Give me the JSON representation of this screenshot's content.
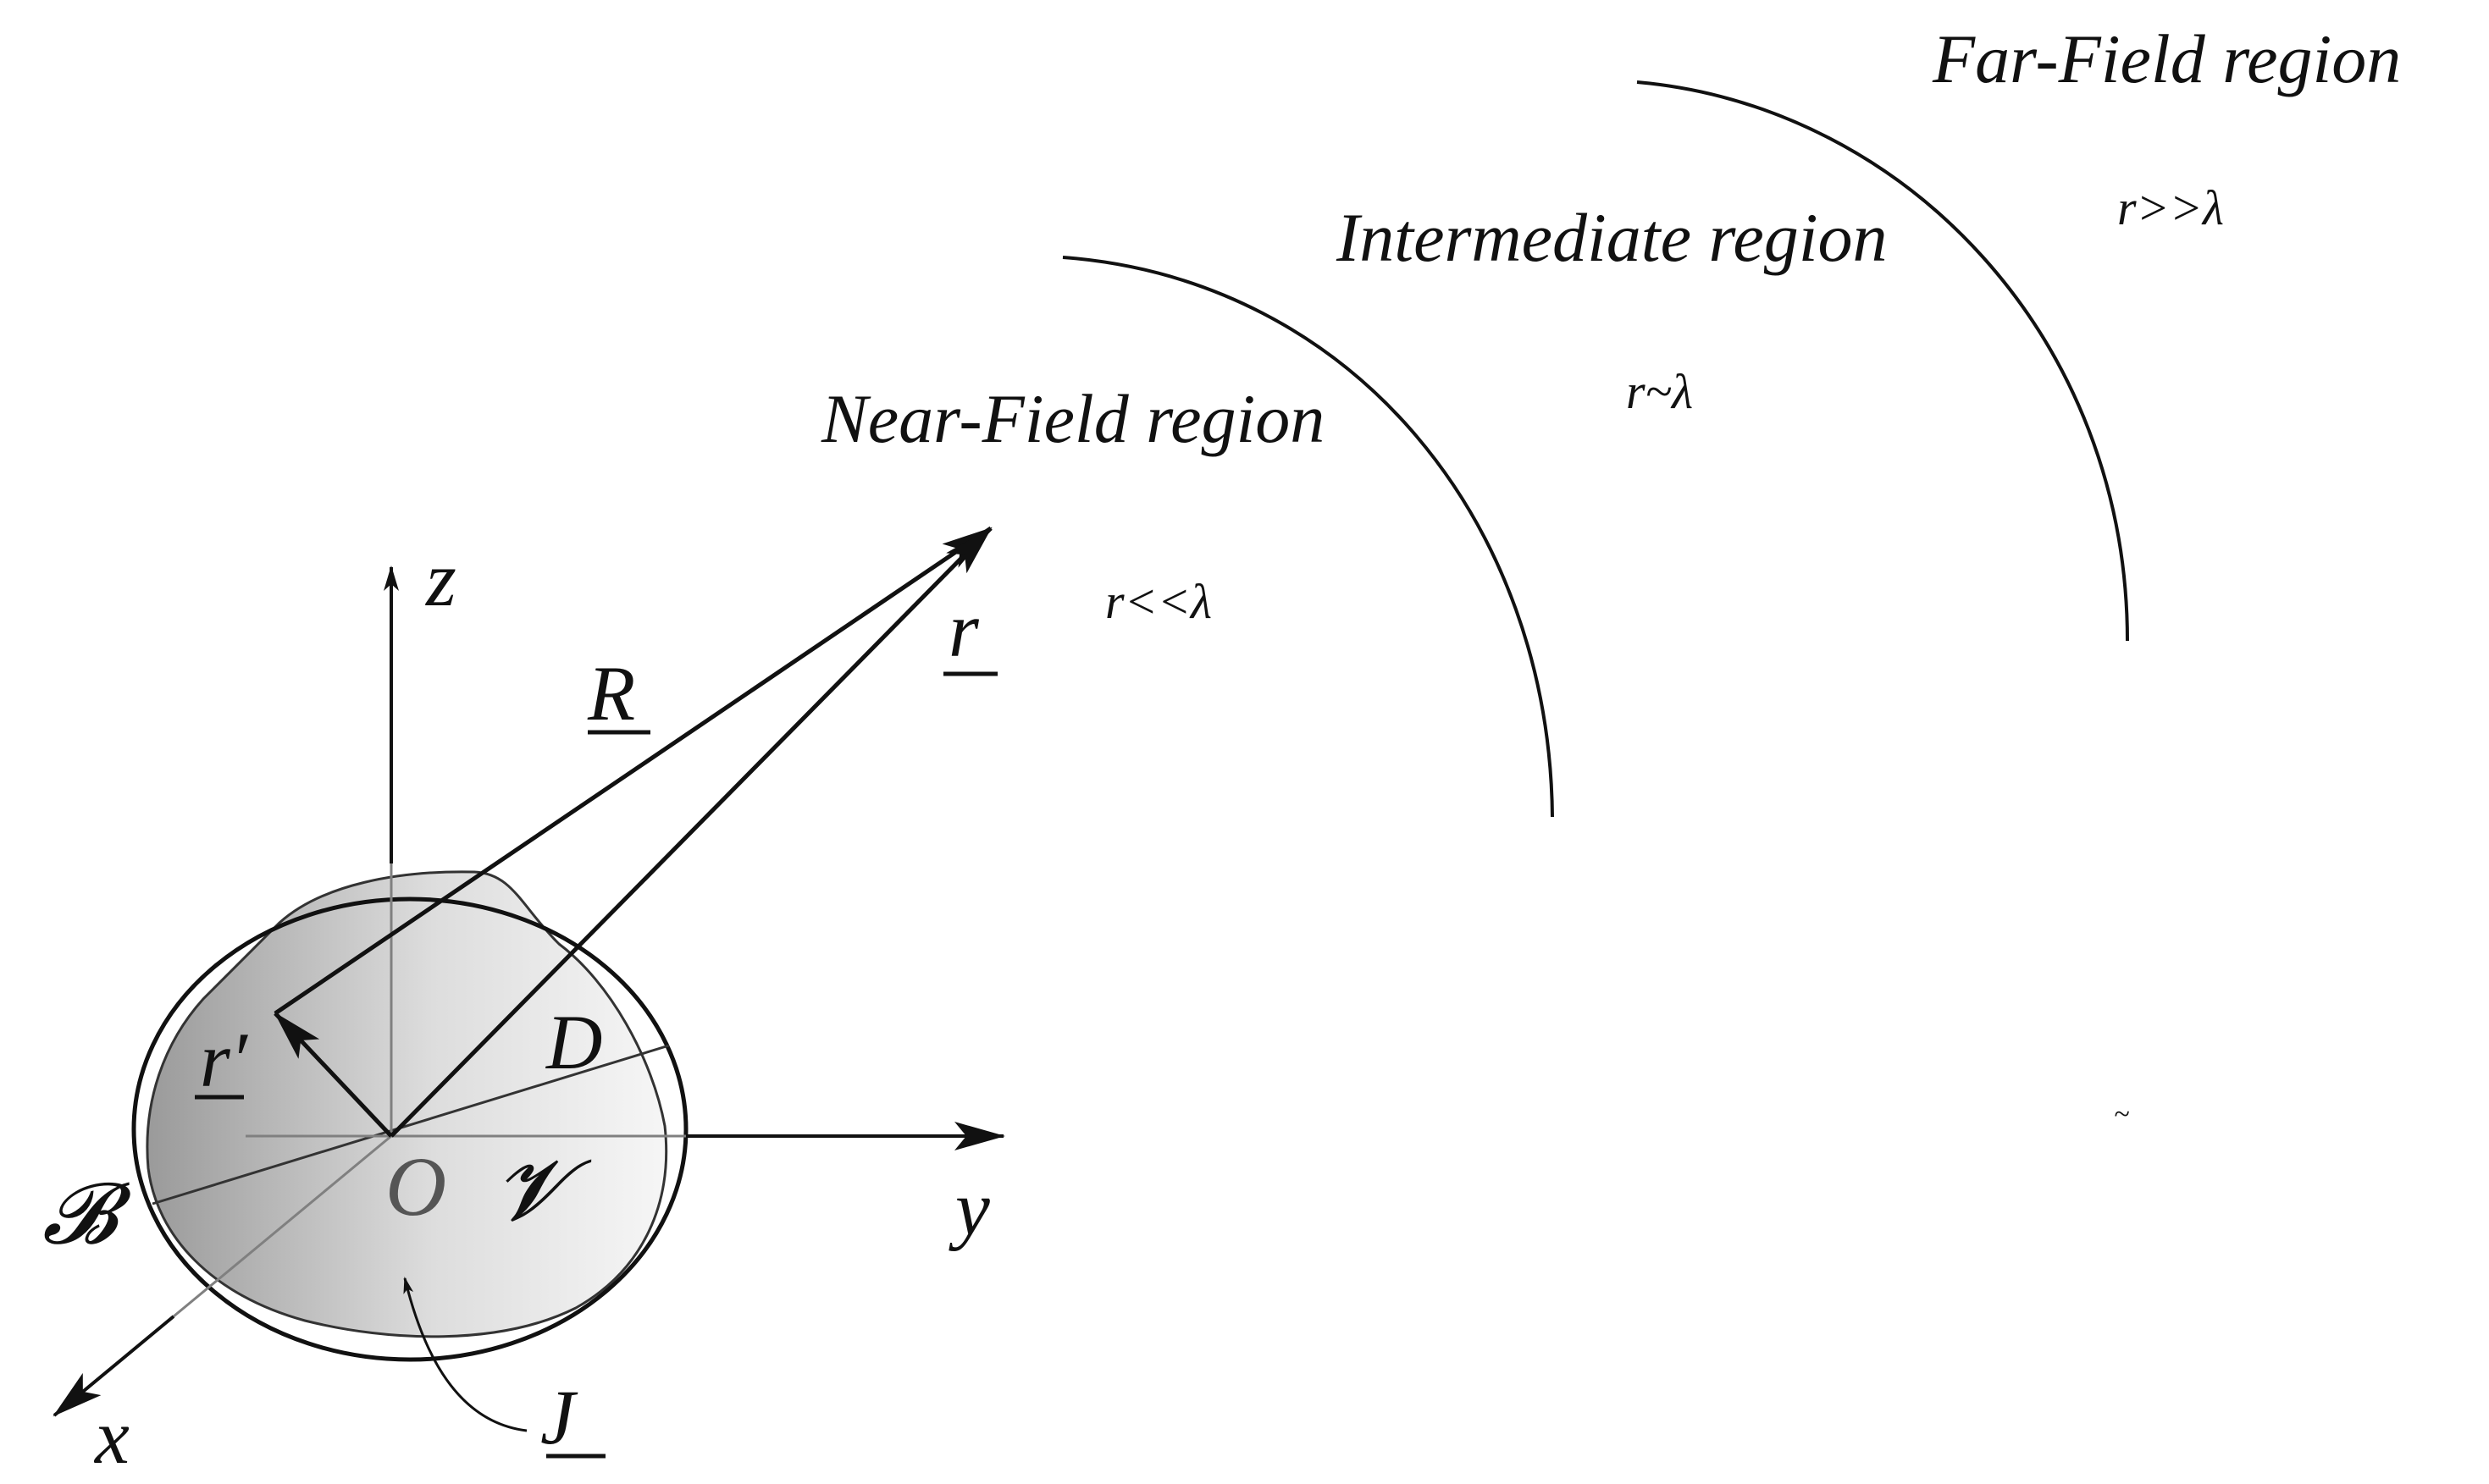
{
  "regions": {
    "near": {
      "title": "Near-Field region",
      "condition": "r<<λ"
    },
    "intermediate": {
      "title": "Intermediate region",
      "condition": "r~λ"
    },
    "far": {
      "title": "Far-Field region",
      "condition": "r>>λ"
    },
    "stray_mark": "~"
  },
  "vectors": {
    "R": "R",
    "r": "r",
    "r_prime": "r′"
  },
  "axes": {
    "x": "x",
    "y": "y",
    "z": "z"
  },
  "source": {
    "origin": "O",
    "diameter": "D",
    "boundary": "𝓑",
    "volume": "𝓥",
    "current": "J"
  },
  "colors": {
    "ink": "#111111",
    "shade_dark": "#9a9a9a",
    "shade_light": "#f4f4f4"
  }
}
